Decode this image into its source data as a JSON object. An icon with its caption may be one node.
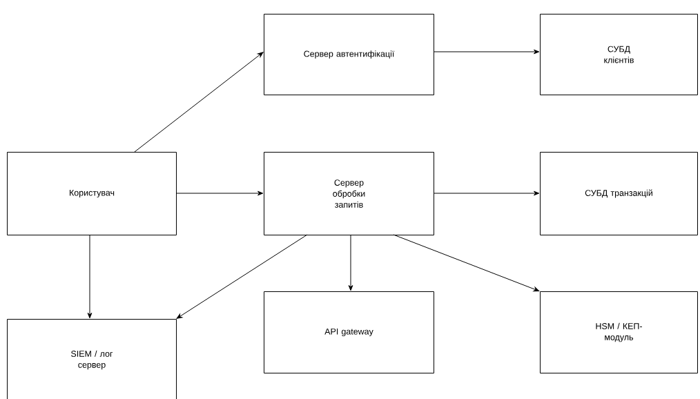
{
  "diagram": {
    "nodes": [
      {
        "text": [
          "Сервер автентифікації"
        ]
      },
      {
        "text": [
          "СУБД клієнтів"
        ]
      },
      {
        "text": [
          "Користувач"
        ]
      },
      {
        "text": [
          "Сервер обробки запитів"
        ]
      },
      {
        "text": [
          "СУБД транзакцій"
        ]
      },
      {
        "text": [
          "SIEM / лог сервер"
        ]
      },
      {
        "text": [
          "API gateway"
        ]
      },
      {
        "text": [
          "HSM / КЕП-модуль"
        ]
      }
    ],
    "edges": [
      {
        "from": 2,
        "to": 0,
        "arrow": "to"
      },
      {
        "from": 0,
        "to": 1,
        "arrow": "to"
      },
      {
        "from": 2,
        "to": 3,
        "arrow": "to"
      },
      {
        "from": 3,
        "to": 4,
        "arrow": "to"
      },
      {
        "from": 2,
        "to": 5,
        "arrow": "to"
      },
      {
        "from": 3,
        "to": 5,
        "arrow": "to"
      },
      {
        "from": 3,
        "to": 6,
        "arrow": "to"
      },
      {
        "from": 3,
        "to": 7,
        "arrow": "to"
      }
    ]
  }
}
